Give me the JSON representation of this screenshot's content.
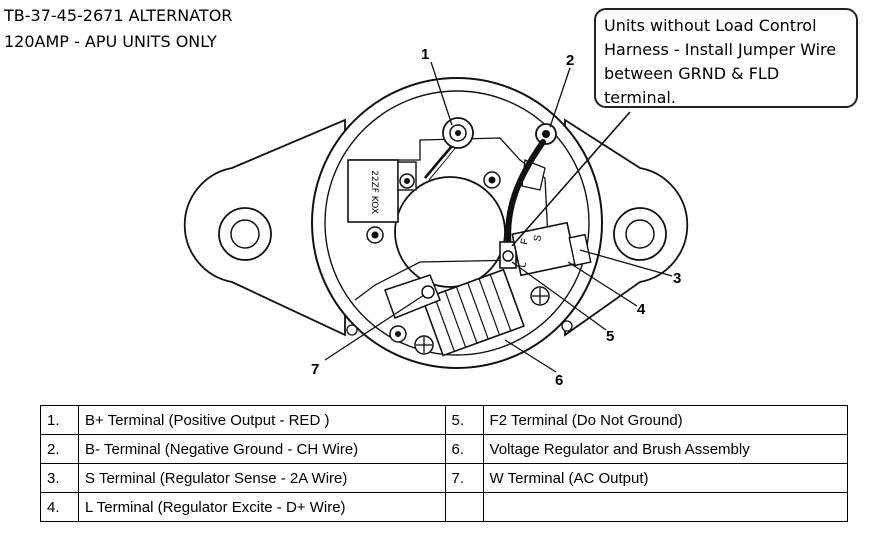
{
  "title": {
    "line1": "TB-37-45-2671 ALTERNATOR",
    "line2": "120AMP - APU UNITS ONLY"
  },
  "callout": {
    "lines": [
      "Units without Load Control",
      "Harness - Install Jumper Wire",
      "between GRND & FLD",
      "terminal."
    ]
  },
  "diagram": {
    "labels": [
      "1",
      "2",
      "3",
      "4",
      "5",
      "6",
      "7"
    ],
    "terminal_letters": [
      "L",
      "F",
      "S"
    ],
    "sticker_text": "22ZF KOX"
  },
  "legend": {
    "rows": [
      {
        "n1": "1.",
        "d1": "B+ Terminal (Positive Output - RED )",
        "n2": "5.",
        "d2": "F2 Terminal (Do Not Ground)"
      },
      {
        "n1": "2.",
        "d1": "B- Terminal (Negative Ground - CH Wire)",
        "n2": "6.",
        "d2": "Voltage Regulator and Brush Assembly"
      },
      {
        "n1": "3.",
        "d1": "S Terminal (Regulator Sense - 2A Wire)",
        "n2": "7.",
        "d2": "W Terminal (AC Output)"
      },
      {
        "n1": "4.",
        "d1": "L Terminal (Regulator Excite - D+ Wire)",
        "n2": "",
        "d2": ""
      }
    ]
  }
}
